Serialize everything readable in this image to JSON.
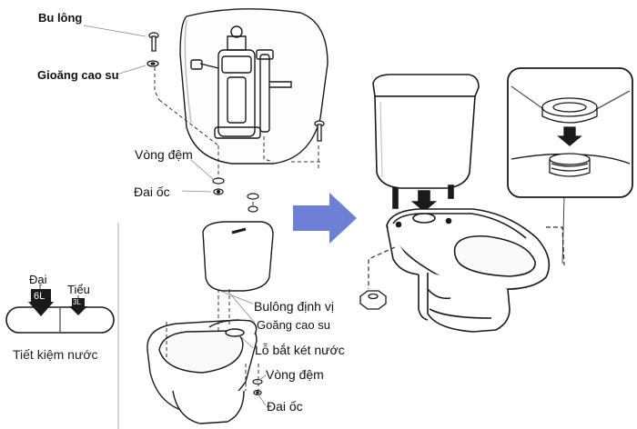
{
  "labels": {
    "bu_long": "Bu lông",
    "gioang_cao_su_top": "Gioăng cao su",
    "vong_dem_top": "Vòng đệm",
    "dai_oc_top": "Đai ốc",
    "buloong_dinh_vi": "Bulông định vị",
    "goang_cao_su": "Goăng cao su",
    "lo_bat_ket_nuoc": "Lỗ bắt két nước",
    "vong_dem_bottom": "Vòng đệm",
    "dai_oc_bottom": "Đai ốc",
    "flush_dai": "Đại",
    "flush_tieu": "Tiểu",
    "flush_6l": "6L",
    "flush_3l": "3L",
    "tiet_kiem_nuoc": "Tiết kiệm nước"
  },
  "colors": {
    "arrow": "#6e7fd6",
    "line": "#1a1a1a",
    "light_line": "#9a9a9a",
    "button_fill": "#1a1a1a"
  }
}
